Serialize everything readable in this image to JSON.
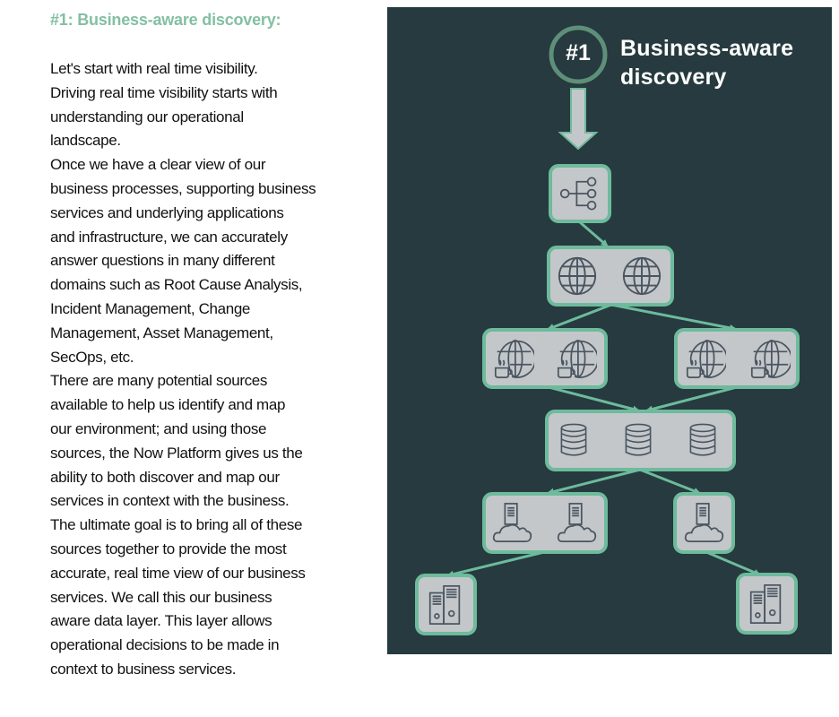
{
  "document": {
    "heading": "#1: Business-aware discovery:",
    "lines": [
      "Let's start with real time visibility.",
      "Driving real time visibility starts with",
      "understanding our operational",
      "landscape.",
      "Once we have a clear view of our",
      "business processes, supporting business",
      "services and underlying applications",
      "and infrastructure, we can accurately",
      "answer questions in many different",
      "domains such as Root Cause Analysis,",
      "Incident Management, Change",
      "Management, Asset Management,",
      "SecOps, etc.",
      "There are many potential sources",
      "available to help us identify and map",
      "our environment; and using those",
      "sources, the Now Platform gives us the",
      "ability to both discover and map our",
      "services in context with the business.",
      "The ultimate goal is to bring all of these",
      "sources together to provide the most",
      "accurate, real time view of our business",
      "services.  We call this our business",
      "aware data layer.  This layer allows",
      "operational decisions to be made in",
      "context to business services."
    ]
  },
  "diagram": {
    "badge": "#1",
    "title_line1": "Business-aware",
    "title_line2": "discovery",
    "colors": {
      "background": "#263a3f",
      "accent": "#6dbb9c",
      "node_fill": "#c3c7ca",
      "icon": "#4a5560"
    },
    "nodes": [
      {
        "id": "business-process",
        "icon": "process-tree-icon",
        "count": 1
      },
      {
        "id": "business-services",
        "icon": "globe-icon",
        "count": 2
      },
      {
        "id": "app-services-left",
        "icon": "java-globe-icon",
        "count": 2
      },
      {
        "id": "app-services-right",
        "icon": "java-globe-icon",
        "count": 2
      },
      {
        "id": "databases",
        "icon": "database-icon",
        "count": 3
      },
      {
        "id": "cloud-servers-left",
        "icon": "cloud-server-icon",
        "count": 2
      },
      {
        "id": "cloud-servers-right",
        "icon": "cloud-server-icon",
        "count": 1
      },
      {
        "id": "servers-left",
        "icon": "server-rack-icon",
        "count": 1
      },
      {
        "id": "servers-right",
        "icon": "server-rack-icon",
        "count": 1
      }
    ]
  }
}
